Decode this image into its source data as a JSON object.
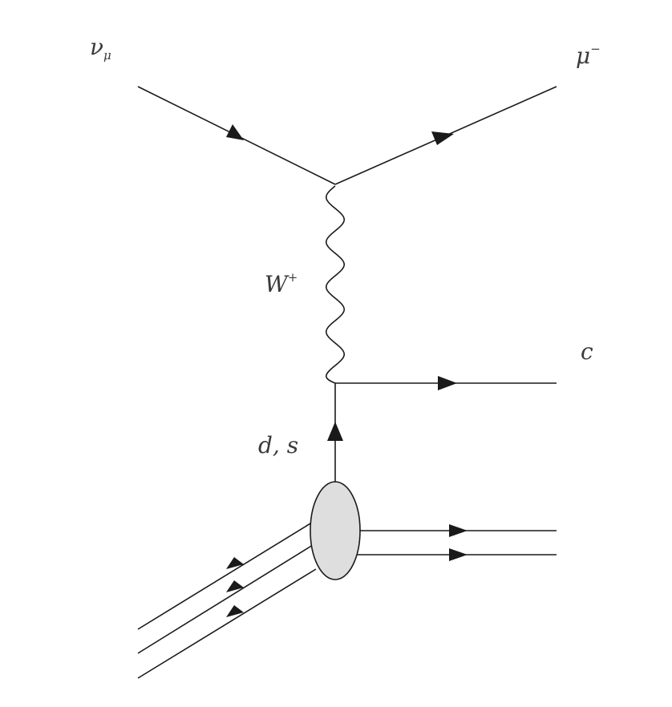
{
  "labels": {
    "numu": {
      "base": "ν",
      "sub": "μ"
    },
    "muon": {
      "base": "μ",
      "sup": "−"
    },
    "wboson": {
      "base": "W",
      "sup": "+"
    },
    "charm": {
      "base": "c"
    },
    "quarks": {
      "base": "d, s"
    }
  },
  "colors": {
    "line": "#1a1a1a",
    "blob_fill": "#dedede"
  }
}
